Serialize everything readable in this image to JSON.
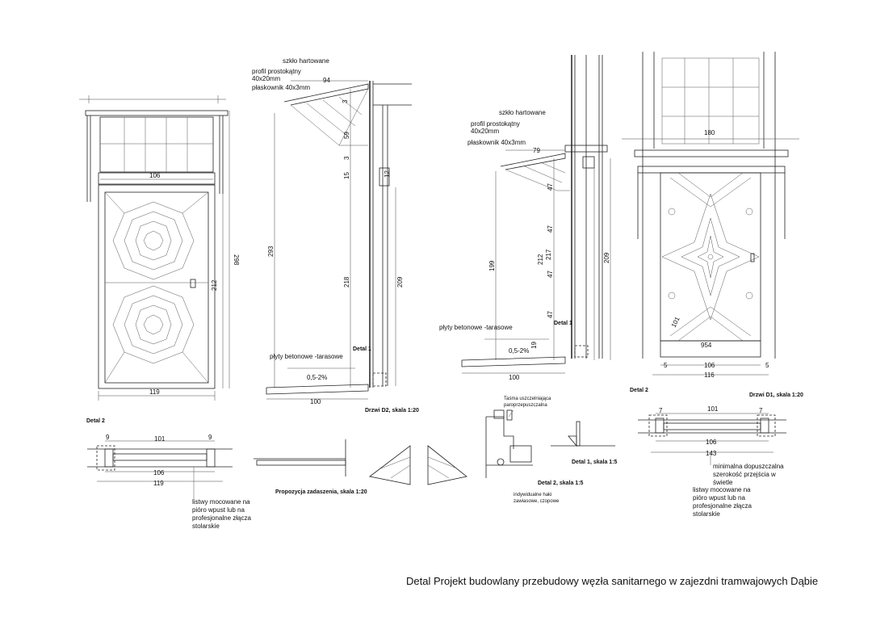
{
  "footer_title": "Detal Projekt budowlany przebudowy węzła sanitarnego  w zajezdni  tramwajowych Dąbie",
  "elevation_d2": {
    "dim_top": "106",
    "dim_bottom": "119",
    "dim_height_total": "298",
    "dim_height_door": "212"
  },
  "section_d2": {
    "label_glass": "szkło hartowane",
    "label_profile": "profil prostokątny\n40x20mm",
    "label_flat": "płaskownik 40x3mm",
    "dim_94": "94",
    "dim_3a": "3",
    "dim_59": "59",
    "dim_3b": "3",
    "dim_15": "15",
    "dim_12": "12",
    "dim_293": "293",
    "dim_218": "218",
    "dim_209": "209",
    "label_slabs": "płyty betonowe -tarasowe",
    "label_slope": "0,5-2%",
    "label_detail1": "Detal 1",
    "dim_100": "100",
    "caption": "Drzwi D2,  skala 1:20"
  },
  "section_d1": {
    "label_glass": "szkło hartowane",
    "label_profile": "profil prostokątny\n40x20mm",
    "label_flat": "płaskownik 40x3mm",
    "dim_79": "79",
    "dim_47a": "47",
    "dim_47b": "47",
    "dim_47c": "47",
    "dim_47d": "47",
    "dim_199": "199",
    "dim_212": "212",
    "dim_217": "217",
    "dim_209": "209",
    "dim_19": "19",
    "label_slabs": "płyty betonowe -tarasowe",
    "label_slope": "0,5-2%",
    "label_detail1": "Detal 1",
    "dim_100": "100"
  },
  "elevation_d1": {
    "dim_180": "180",
    "dim_101": "101",
    "dim_954": "954",
    "dim_5a": "5",
    "dim_106": "106",
    "dim_5b": "5",
    "dim_116": "116",
    "label_detail2": "Detal 2",
    "caption": "Drzwi D1,  skala 1:20"
  },
  "detail2_left": {
    "title": "Detal 2",
    "dim_9a": "9",
    "dim_101": "101",
    "dim_9b": "9",
    "dim_106": "106",
    "dim_119": "119",
    "note": "listwy mocowane na\npióro wpust lub na\nprofesjonalne złącza\nstolarskie"
  },
  "roof_proposal": {
    "caption": "Propozycja zadaszenia,  skala 1:20"
  },
  "detail_mid": {
    "label_tape": "Taśma uszczelniająca\nparoprzepuszczalna",
    "caption_detail1": "Detal 1,  skala 1:5",
    "caption_detail2": "Detal 2,  skala 1:5",
    "label_hinges": "indywidualne haki\nzawiasowe, czopowe"
  },
  "detail2_right": {
    "dim_7a": "7",
    "dim_101": "101",
    "dim_7b": "7",
    "dim_106": "106",
    "dim_143": "143",
    "note_width": "minimalna dopuszczalna\nszerokość przejścia w\nświetle",
    "note_strips": "listwy mocowane na\npióro wpust lub na\nprofesjonalne złącza\nstolarskie"
  }
}
